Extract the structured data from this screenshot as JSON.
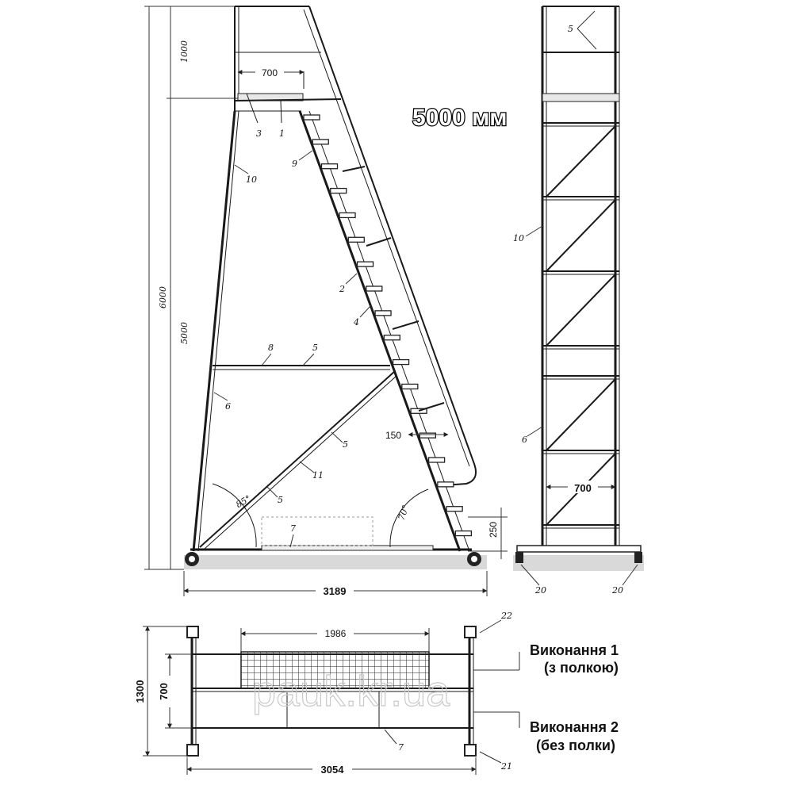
{
  "title": "5000 мм",
  "watermark": "pauk.kr.ua",
  "variants": {
    "v1_line1": "Виконання 1",
    "v1_line2": "(з полкою)",
    "v2_line1": "Виконання 2",
    "v2_line2": "(без полки)"
  },
  "dimensions": {
    "total_height": "6000",
    "platform_height": "5000",
    "rail_height": "1000",
    "platform_depth": "700",
    "base_length": "3189",
    "step_depth": "150",
    "bottom_gap": "250",
    "angle_front": "70°",
    "angle_back": "85°",
    "side_width": "700",
    "plan_length": "3054",
    "plan_width": "1300",
    "plan_inner_width": "700",
    "shelf_length": "1986"
  },
  "part_labels": {
    "p1": "1",
    "p2": "2",
    "p3": "3",
    "p4": "4",
    "p5a": "5",
    "p5b": "5",
    "p5c": "5",
    "p5d": "5",
    "p6": "6",
    "p6s": "6",
    "p7": "7",
    "p7p": "7",
    "p8": "8",
    "p9": "9",
    "p10": "10",
    "p10s": "10",
    "p11": "11",
    "p20a": "20",
    "p20b": "20",
    "p21": "21",
    "p22": "22"
  }
}
